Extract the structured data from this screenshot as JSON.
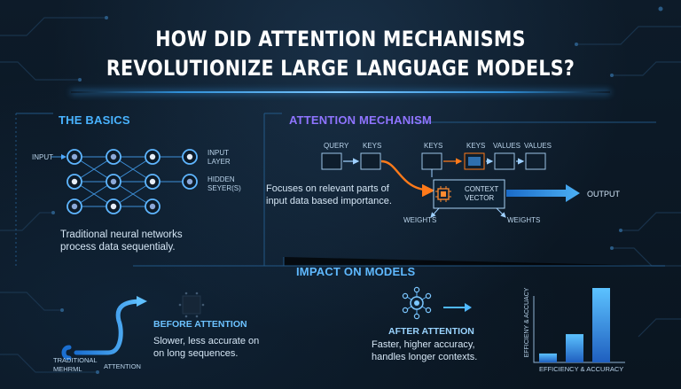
{
  "title_line1": "HOW DID ATTENTION MECHANISMS",
  "title_line2": "REVOLUTIONIZE LARGE LANGUAGE MODELS?",
  "basics": {
    "heading": "THE BASICS",
    "input_label": "INPUT",
    "input_layer": "INPUT\nLAYER",
    "hidden_layer": "HIDDEN\nSEYER(S)",
    "caption": "Traditional neural networks\nprocess data sequentialy."
  },
  "attention": {
    "heading": "ATTENTION MECHANISM",
    "labels": [
      "QUERY",
      "KEYS",
      "KEYS",
      "KEYS",
      "VALUES",
      "VALUES"
    ],
    "description": "Focuses on relevant parts of\ninput data based importance.",
    "context_label": "CONTEXT\nVECTOR",
    "output_label": "OUTPUT",
    "weights_left": "WEIGHTS",
    "weights_right": "WEIGHTS"
  },
  "impact": {
    "heading": "IMPACT ON MODELS",
    "before": {
      "title": "BEFORE ATTENTION",
      "text": "Slower, less accurate on\non long sequences.",
      "traditional_label": "TRADITIONAL\nMEHRML",
      "attention_label": "ATTENTION"
    },
    "after": {
      "title": "AFTER ATTENTION",
      "text": "Faster, higher accuracy,\nhandles longer contexts."
    },
    "chart": {
      "y_label": "EFFICIENY & ACCUACY",
      "x_label": "EFFICIENCY & ACCURACY",
      "bars": [
        0.12,
        0.38,
        1.0
      ]
    }
  },
  "colors": {
    "accent_blue": "#3aa6ff",
    "accent_purple": "#8f74ff",
    "accent_orange": "#ff7a1a"
  }
}
